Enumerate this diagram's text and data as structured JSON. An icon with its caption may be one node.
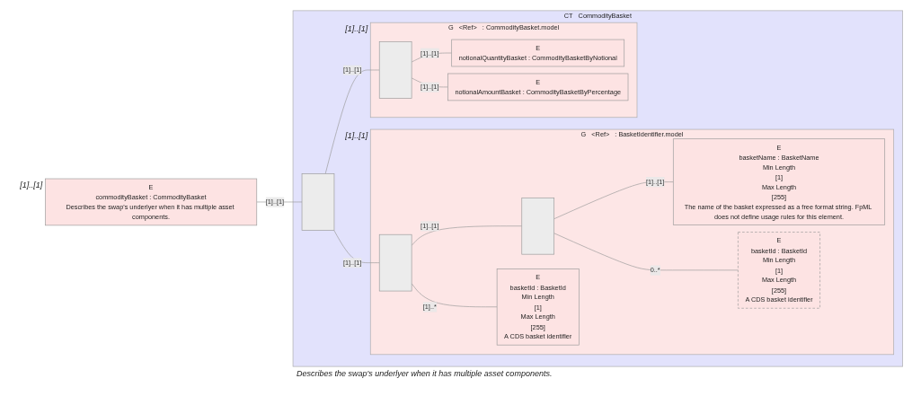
{
  "diagram": {
    "nodes": [
      {
        "text": [
          "E",
          "commodityBasket : CommodityBasket",
          "Describes the swap's underlyer when it has multiple asset components."
        ],
        "beside": [
          "[1]..[1]"
        ]
      },
      {
        "text": [
          "CT",
          "CommodityBasket",
          "Describes the swap's underlyer when it has multiple asset components."
        ]
      },
      {
        "text": [],
        "shape": "bar",
        "in": 1
      },
      {
        "text": [
          "G",
          "<Ref>",
          ": BasketIdentifier.model"
        ],
        "beside": [
          "[1]..[1]"
        ],
        "in": 1
      },
      {
        "text": [],
        "shape": "bar",
        "in": 3
      },
      {
        "text": [],
        "shape": "bar",
        "in": 3
      },
      {
        "text": [
          "E",
          "basketName : BasketName",
          "Min Length",
          "[1]",
          "Max Length",
          "[255]",
          "The name of the basket expressed as a free format string. FpML does not define usage rules for this element."
        ],
        "in": 3
      },
      {
        "text": [
          "E",
          "basketId : BasketId",
          "Min Length",
          "[1]",
          "Max Length",
          "[255]",
          "A CDS basket identifier"
        ],
        "in": 3
      },
      {
        "text": [
          "E",
          "basketId : BasketId",
          "Min Length",
          "[1]",
          "Max Length",
          "[255]",
          "A CDS basket identifier"
        ],
        "in": 3
      },
      {
        "text": [
          "G",
          "<Ref>",
          ": CommodityBasket.model"
        ],
        "beside": [
          "[1]..[1]"
        ],
        "in": 1
      },
      {
        "text": [],
        "shape": "bar",
        "in": 9
      },
      {
        "text": [
          "E",
          "notionalQuantityBasket : CommodityBasketByNotional"
        ],
        "in": 9
      },
      {
        "text": [
          "E",
          "notionalAmountBasket : CommodityBasketByPercentage"
        ],
        "in": 9
      }
    ],
    "edges": [
      {
        "from": 0,
        "to": 2,
        "arrow": "none",
        "label": "[1]..[1]"
      },
      {
        "from": 2,
        "to": 4,
        "arrow": "none",
        "label": "[1]..[1]"
      },
      {
        "from": 2,
        "to": 10,
        "arrow": "none",
        "label": "[1]..[1]"
      },
      {
        "from": 4,
        "to": 5,
        "arrow": "none",
        "label": "[1]..[1]"
      },
      {
        "from": 4,
        "to": 8,
        "arrow": "none",
        "label": "[1]..*"
      },
      {
        "from": 5,
        "to": 6,
        "arrow": "none",
        "label": "[1]..[1]"
      },
      {
        "from": 5,
        "to": 7,
        "arrow": "none",
        "label": "0..*"
      },
      {
        "from": 10,
        "to": 11,
        "arrow": "none",
        "label": "[1]..[1]"
      },
      {
        "from": 10,
        "to": 12,
        "arrow": "none",
        "label": "[1]..[1]"
      }
    ]
  }
}
